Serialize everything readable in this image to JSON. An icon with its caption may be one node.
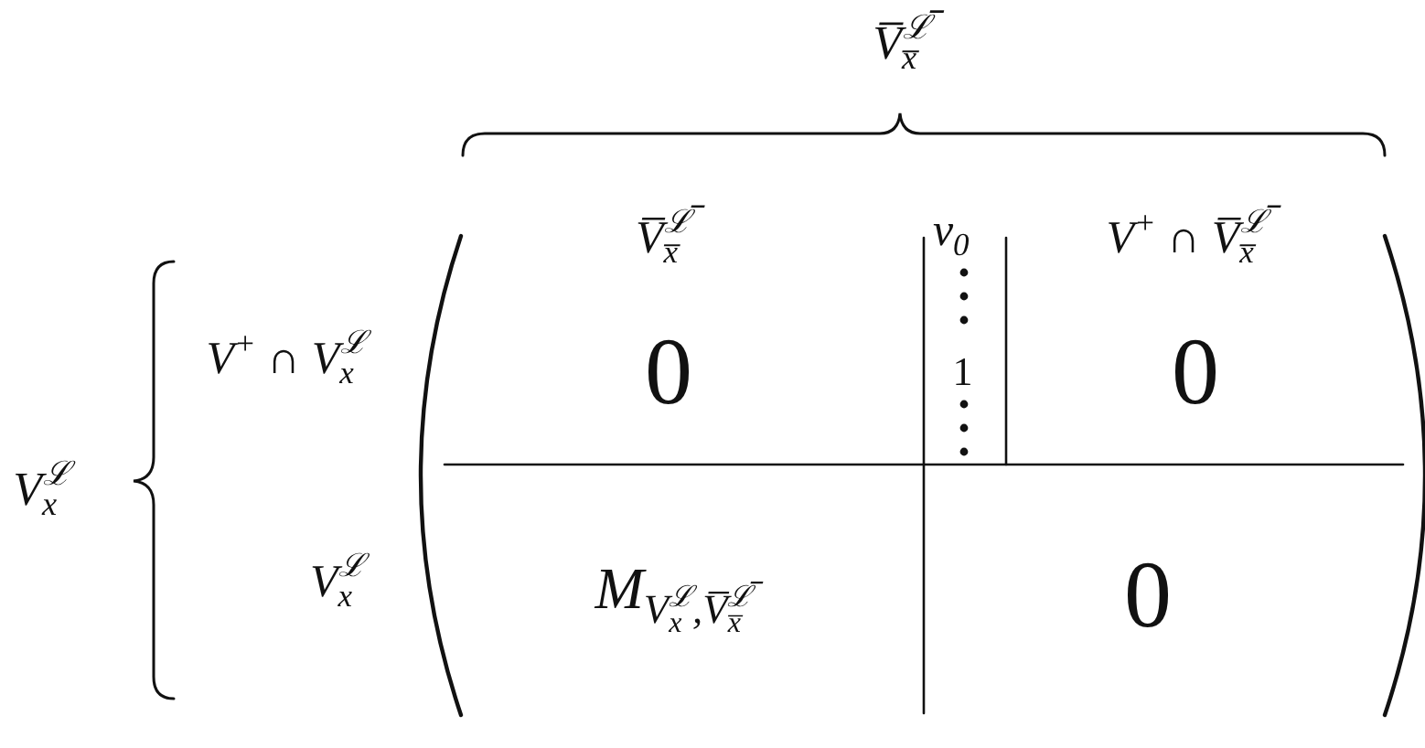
{
  "diagram": {
    "labels": [
      "V̅$_{x̅}$$^{ℒ̅}$",
      "V̅$_{x̅}$$^{ℒ̅}$",
      "v$_{0}$",
      "V$^{+}$ ∩ V̅$_{x̅}$$^{ℒ̅}$",
      "V$_{x}$$^{ℒ}$",
      "V$^{+}$ ∩ V$_{x}$$^{ℒ}$",
      "0",
      "1",
      "0",
      "V$_{x}$$^{ℒ}$",
      "M$_{V}$$_{x}$$^{ℒ}$$_{,V̅}$$_{x̅}$$^{ℒ̅}$",
      "0"
    ]
  }
}
